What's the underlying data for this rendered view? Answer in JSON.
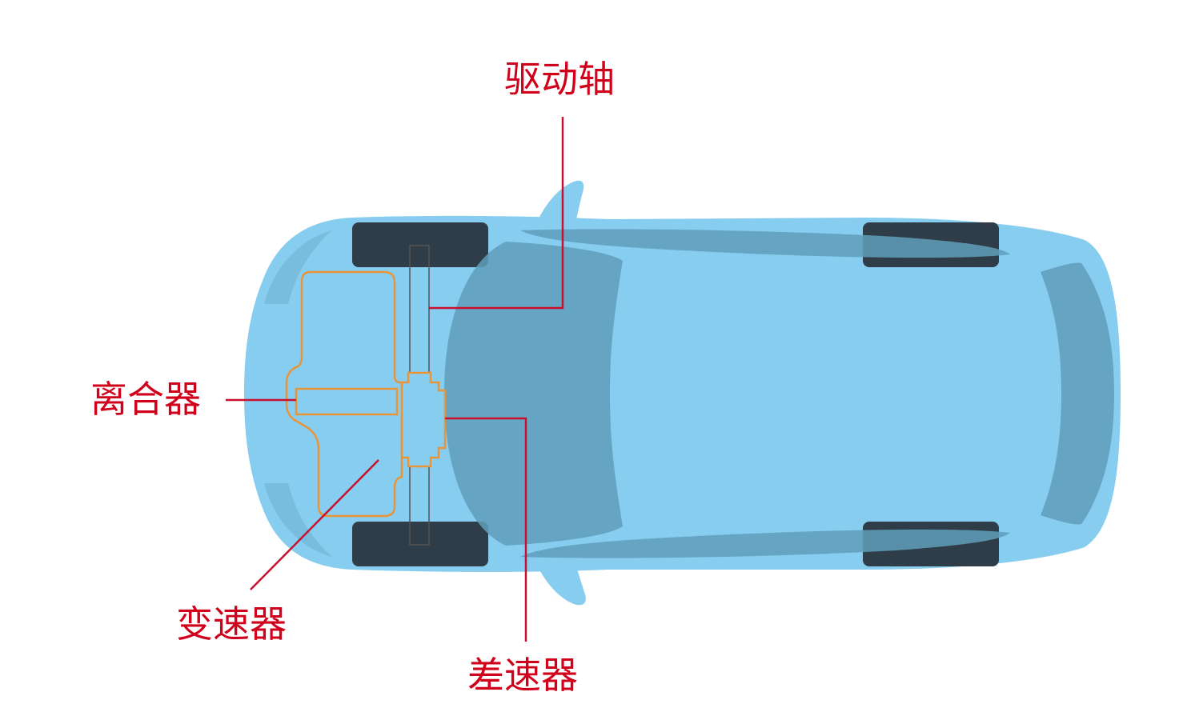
{
  "colors": {
    "label": "#d0021b",
    "leader_line": "#c8102e",
    "car_body": "#87cdf0",
    "car_glass": "#5f9ebb",
    "tire": "#2e3d47",
    "component_outline": "#e8953a",
    "shaft": "#555555"
  },
  "labels": {
    "drive_shaft": "驱动轴",
    "clutch": "离合器",
    "gearbox": "变速器",
    "differential": "差速器"
  }
}
